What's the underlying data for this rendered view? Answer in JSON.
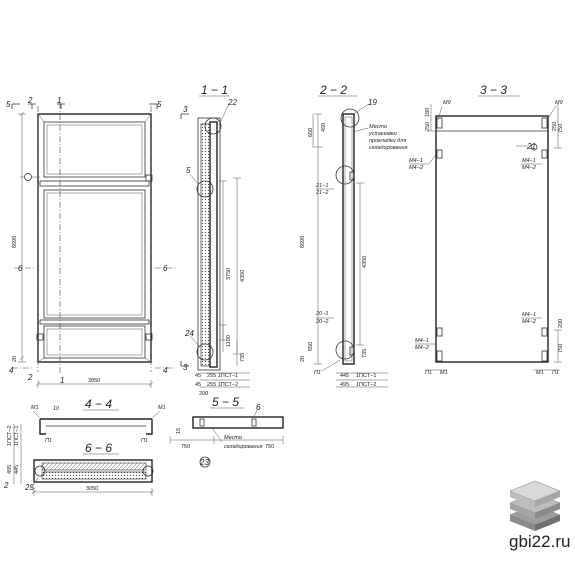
{
  "main_view": {
    "dims": {
      "width": "3050",
      "height": "6690",
      "bottom": "20"
    },
    "cuts": [
      "5",
      "2",
      "1",
      "5",
      "6",
      "6",
      "4",
      "2",
      "1",
      "4"
    ]
  },
  "section_1_1": {
    "title": "1 − 1",
    "labels": {
      "l22": "22",
      "l3a": "3",
      "l3b": "3",
      "l5": "5",
      "l24": "24"
    },
    "dims": [
      "3750",
      "4350",
      "1100",
      "735",
      "200"
    ],
    "bottom": {
      "a": "45",
      "b": "45",
      "r1": "255 1ПСТ−1",
      "r2": "255 1ПСТ−2"
    }
  },
  "section_2_2": {
    "title": "2 − 2",
    "labels": {
      "l19": "19",
      "g21": "21−1",
      "g21b": "21−2",
      "g20": "20−1",
      "g20b": "20−2",
      "p1": "П1"
    },
    "dims": [
      "650",
      "450",
      "6690",
      "4350",
      "650",
      "735",
      "20"
    ],
    "note": [
      "Место",
      "установки",
      "прокладки для",
      "складирования"
    ],
    "bottom": {
      "a": "445",
      "b": "495",
      "r1": "1ПСТ−1",
      "r2": "1ПСТ−2"
    }
  },
  "section_3_3": {
    "title": "3 − 3",
    "top": [
      "М9",
      "М9"
    ],
    "left_dims": [
      "180",
      "250"
    ],
    "right_dims": [
      "750",
      "250"
    ],
    "marks_top": [
      "М4−1",
      "М4−2",
      "М4−1",
      "М4−2"
    ],
    "marks_mid": [
      "21"
    ],
    "marks_bottom": [
      "М4−1",
      "М4−2",
      "М4−1",
      "М4−2"
    ],
    "right_bottom_dims": [
      "200",
      "750"
    ],
    "bottom": [
      "П1",
      "М1",
      "М1",
      "П1"
    ]
  },
  "section_4_4": {
    "title": "4 − 4",
    "labels": [
      "М1",
      "10",
      "М1",
      "П1",
      "П1"
    ]
  },
  "section_5_5": {
    "title": "5 − 5",
    "dims": [
      "750",
      "750",
      "15"
    ],
    "labels": {
      "l6": "6",
      "l23": "23"
    },
    "note": [
      "Место",
      "складирования"
    ]
  },
  "section_6_6": {
    "title": "6 − 6",
    "left_labels": [
      "495",
      "445",
      "1ПСТ−2",
      "1ПСТ−1"
    ],
    "labels": {
      "l2": "2",
      "l25": "25"
    },
    "dim": "3050"
  },
  "watermark": {
    "text": "gbi22.ru",
    "colors": [
      "#d9d9d9",
      "#bdbdbd",
      "#9e9e9e"
    ]
  }
}
